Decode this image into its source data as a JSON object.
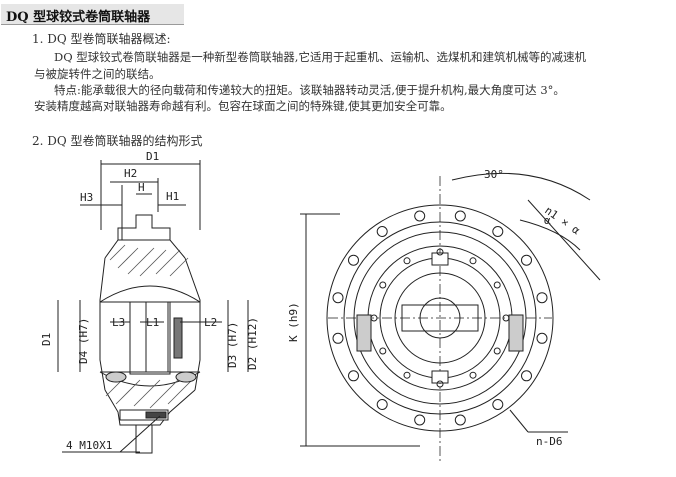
{
  "title": "DQ 型球铰式卷筒联轴器",
  "section1": {
    "heading": "1. DQ 型卷筒联轴器概述:",
    "para1_line1": "DQ 型球铰式卷筒联轴器是一种新型卷筒联轴器,它适用于起重机、运输机、选煤机和建筑机械等的减速机",
    "para1_line2": "与被旋转件之间的联结。",
    "para2_line1": "特点:能承载很大的径向载荷和传递较大的扭矩。该联轴器转动灵活,便于提升机构,最大角度可达 3°。",
    "para2_line2": "安装精度越高对联轴器寿命越有利。包容在球面之间的特殊键,使其更加安全可靠。"
  },
  "section2": {
    "heading": "2. DQ 型卷筒联轴器的结构形式"
  },
  "drawing_labels": {
    "D1_top": "D1",
    "H2": "H2",
    "H": "H",
    "H3": "H3",
    "H1": "H1",
    "L3": "L3",
    "L1": "L1",
    "L2": "L2",
    "D1_left": "D1",
    "D4": "D4 (H7)",
    "D3": "D3 (H7)",
    "D2": "D2 (H12)",
    "bolt_note": "4 M10X1",
    "angle": "30°",
    "hole_spacing": "n1 × α",
    "alpha": "α",
    "K": "K (h9)",
    "nD6": "n-D6"
  }
}
